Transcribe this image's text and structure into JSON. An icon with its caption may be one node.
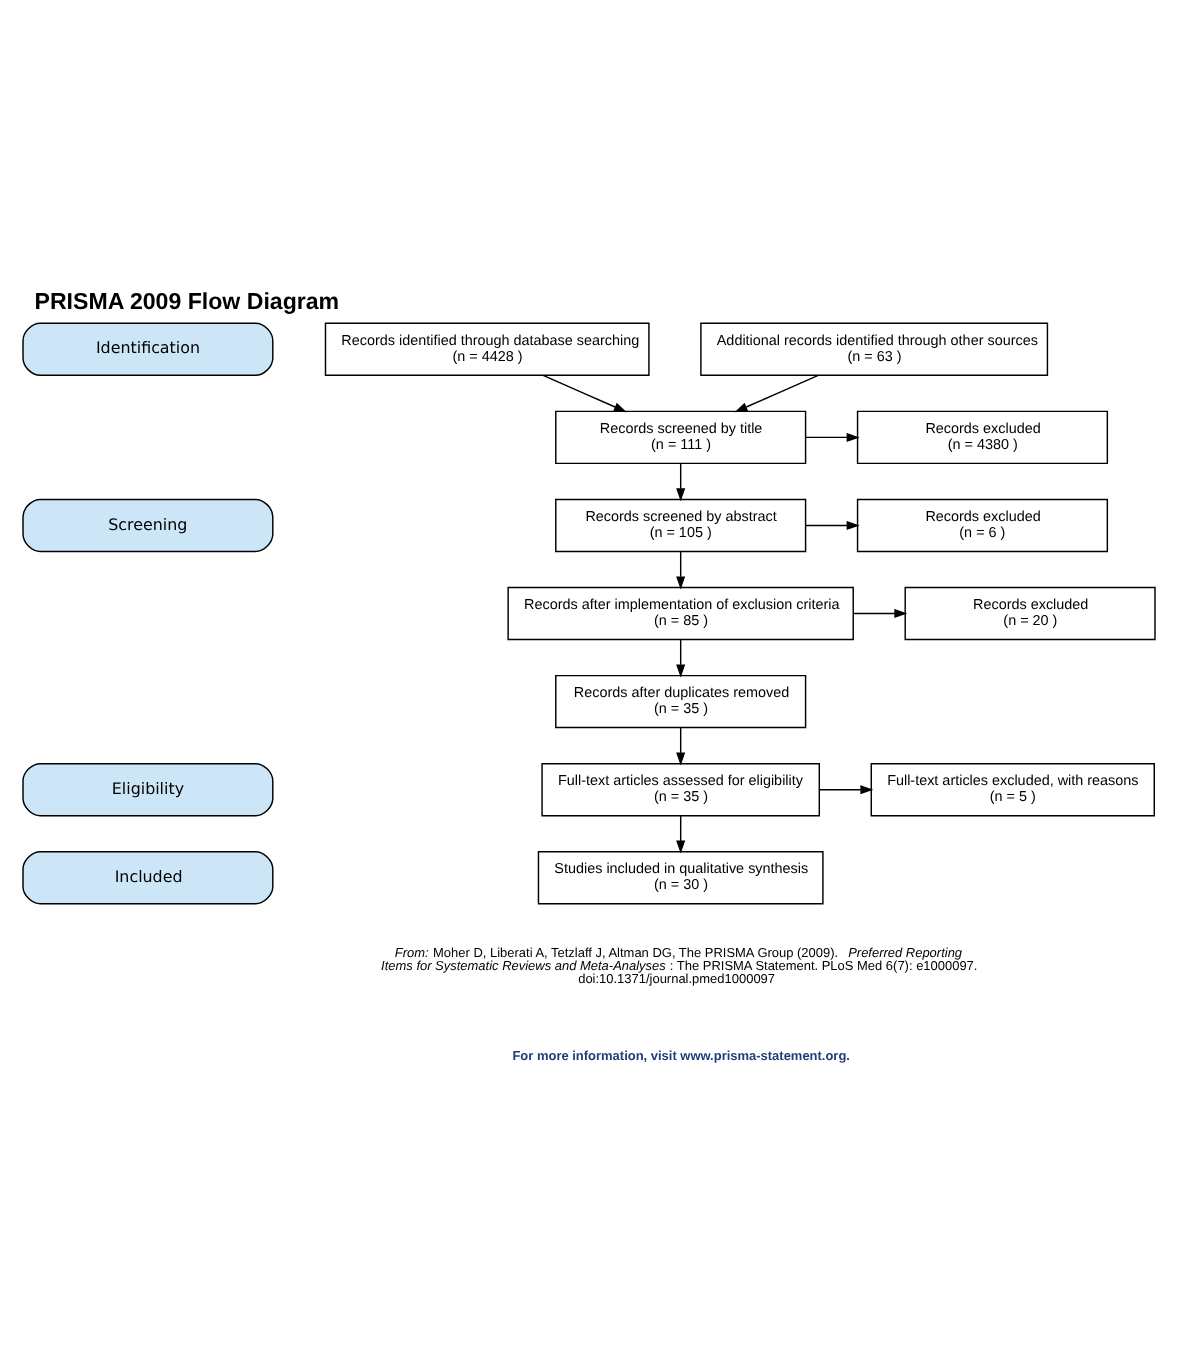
{
  "diagram": {
    "title": "PRISMA 2009 Flow Diagram",
    "nodes": [
      {
        "text": [
          "Identification"
        ]
      },
      {
        "text": [
          "Screening"
        ]
      },
      {
        "text": [
          "Eligibility"
        ]
      },
      {
        "text": [
          "Included"
        ]
      },
      {
        "text": [
          "Records identified through database searching",
          "(n = 4428 )"
        ]
      },
      {
        "text": [
          "Additional records identified through other sources",
          "(n = 63 )"
        ]
      },
      {
        "text": [
          "Records screened by title",
          "(n = 111 )"
        ]
      },
      {
        "text": [
          "Records excluded",
          "(n = 4380 )"
        ]
      },
      {
        "text": [
          "Records screened by abstract",
          "(n = 105 )"
        ]
      },
      {
        "text": [
          "Records excluded",
          "(n = 6 )"
        ]
      },
      {
        "text": [
          "Records after implementation of exclusion criteria",
          "(n = 85 )"
        ]
      },
      {
        "text": [
          "Records excluded",
          "(n = 20 )"
        ]
      },
      {
        "text": [
          "Records after duplicates removed",
          "(n = 35 )"
        ]
      },
      {
        "text": [
          "Full-text articles assessed for eligibility",
          "(n = 35 )"
        ]
      },
      {
        "text": [
          "Full-text articles excluded, with reasons",
          "(n = 5 )"
        ]
      },
      {
        "text": [
          "Studies included in qualitative synthesis",
          "(n = 30 )"
        ]
      }
    ],
    "edges": [
      {
        "from": 4,
        "to": 6,
        "arrow": "to"
      },
      {
        "from": 5,
        "to": 6,
        "arrow": "to"
      },
      {
        "from": 6,
        "to": 7,
        "arrow": "to"
      },
      {
        "from": 6,
        "to": 8,
        "arrow": "to"
      },
      {
        "from": 8,
        "to": 9,
        "arrow": "to"
      },
      {
        "from": 8,
        "to": 10,
        "arrow": "to"
      },
      {
        "from": 10,
        "to": 11,
        "arrow": "to"
      },
      {
        "from": 10,
        "to": 12,
        "arrow": "to"
      },
      {
        "from": 12,
        "to": 13,
        "arrow": "to"
      },
      {
        "from": 13,
        "to": 14,
        "arrow": "to"
      },
      {
        "from": 13,
        "to": 15,
        "arrow": "to"
      }
    ],
    "labels": [
      "*From:*  Moher D, Liberati A, Tetzlaff J, Altman DG, The PRISMA Group (2009). *Preferred Reporting Items for Systematic Reviews and Meta-Analyses*: The PRISMA Statement. PLoS Med 6(7): e1000097. doi:10.1371/journal.pmed1000097",
      "For more information, visit www.prisma-statement.org."
    ]
  }
}
